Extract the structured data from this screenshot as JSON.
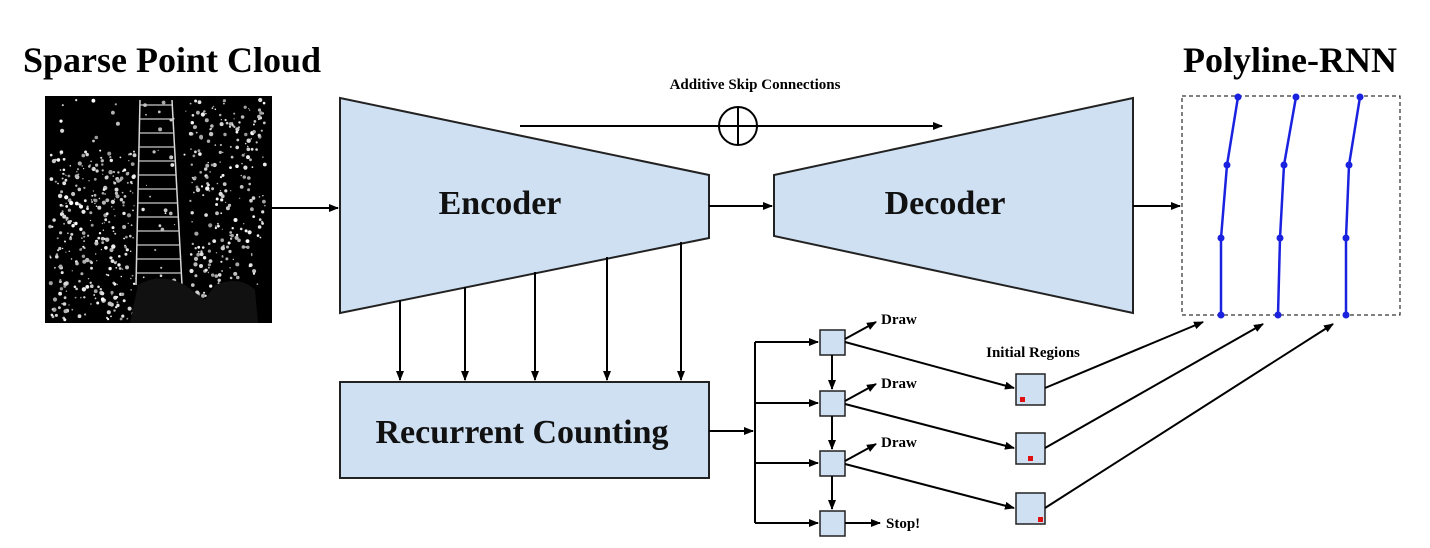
{
  "titles": {
    "left": "Sparse Point Cloud",
    "right": "Polyline-RNN"
  },
  "blocks": {
    "encoder": "Encoder",
    "decoder": "Decoder",
    "counting": "Recurrent  Counting"
  },
  "labels": {
    "skip": "Additive Skip Connections",
    "initial_regions": "Initial Regions"
  },
  "steps": [
    {
      "label": "Draw"
    },
    {
      "label": "Draw"
    },
    {
      "label": "Draw"
    },
    {
      "label": "Stop!"
    }
  ],
  "colors": {
    "block_fill": "#cfe0f3",
    "polyline": "#1a22e0",
    "region_marker": "#e01010"
  }
}
